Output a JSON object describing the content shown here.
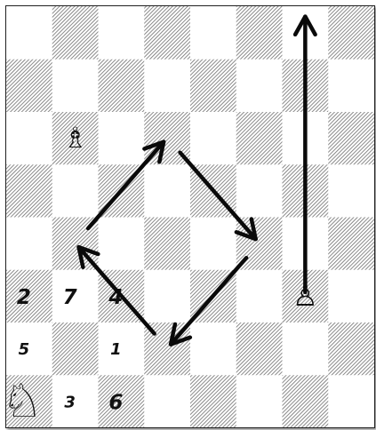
{
  "board": {
    "files": 8,
    "ranks": 8,
    "light_square_color": "#ffffff",
    "dark_square_pattern": "diagonal-hatch",
    "hatch_color": "#6e6e6e"
  },
  "pieces": [
    {
      "name": "white-bishop",
      "symbol": "♗",
      "file": 1,
      "rank": 5,
      "color": "white"
    },
    {
      "name": "white-pawn",
      "symbol": "♙",
      "file": 6,
      "rank": 2,
      "color": "white"
    },
    {
      "name": "white-knight",
      "symbol": "♘",
      "file": 0,
      "rank": 0,
      "color": "white"
    }
  ],
  "square_labels": [
    {
      "text": "2",
      "file": 0,
      "rank": 2,
      "size": "large"
    },
    {
      "text": "7",
      "file": 1,
      "rank": 2,
      "size": "large"
    },
    {
      "text": "4",
      "file": 2,
      "rank": 2,
      "size": "large"
    },
    {
      "text": "5",
      "file": 0,
      "rank": 1,
      "size": "small"
    },
    {
      "text": "1",
      "file": 2,
      "rank": 1,
      "size": "small"
    },
    {
      "text": "3",
      "file": 1,
      "rank": 0,
      "size": "small"
    },
    {
      "text": "6",
      "file": 2,
      "rank": 0,
      "size": "large"
    }
  ],
  "arrows": [
    {
      "name": "bishop-arrow-up-right",
      "from": "b4",
      "to": "d6"
    },
    {
      "name": "bishop-arrow-down-right",
      "from": "d6",
      "to": "f4"
    },
    {
      "name": "bishop-arrow-down-left",
      "from": "f4",
      "to": "d2"
    },
    {
      "name": "bishop-arrow-up-left",
      "from": "d2",
      "to": "b4"
    },
    {
      "name": "pawn-arrow-up",
      "from": "g3",
      "to": "g8"
    }
  ],
  "arrow_color": "#0a0a0a"
}
